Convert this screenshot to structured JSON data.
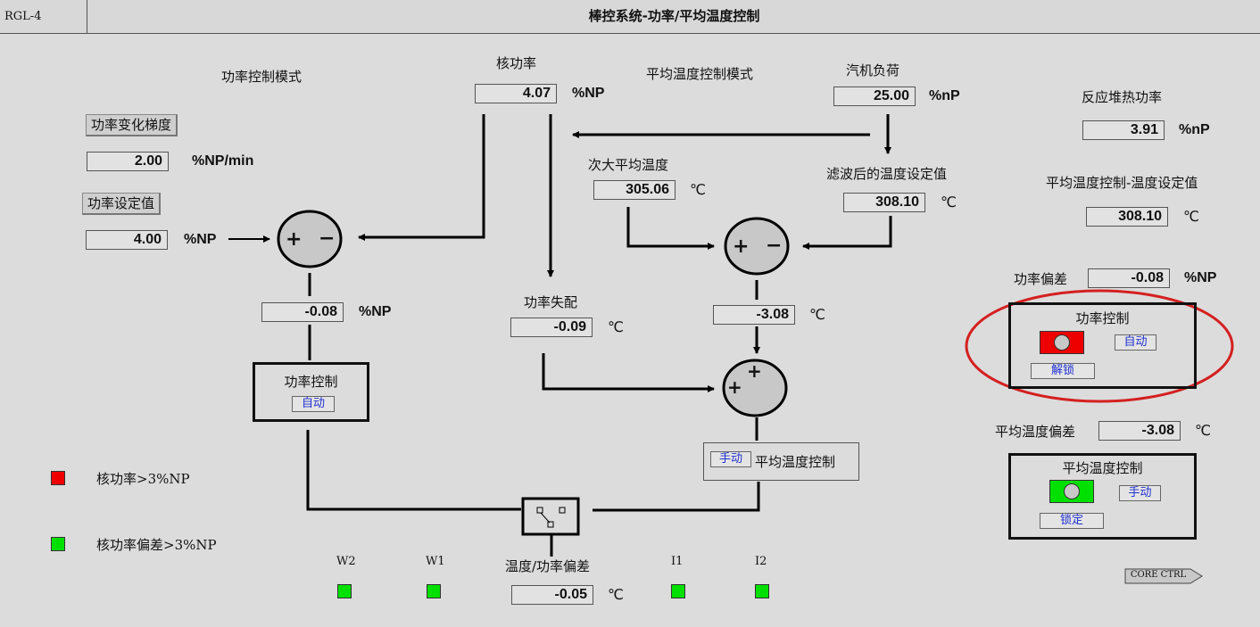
{
  "header": {
    "screen_id": "RGL-4",
    "title": "棒控系统-功率/平均温度控制"
  },
  "power_mode": {
    "title": "功率控制模式",
    "gradient_button": "功率变化梯度",
    "gradient_value": "2.00",
    "gradient_unit": "%NP/min",
    "setpoint_button": "功率设定值",
    "setpoint_value": "4.00",
    "setpoint_unit": "%NP",
    "sum_plus": "+",
    "sum_minus": "−",
    "error_value": "-0.08",
    "error_unit": "%NP",
    "control_box_title": "功率控制",
    "control_box_mode": "自动"
  },
  "nuclear_power": {
    "label": "核功率",
    "value": "4.07",
    "unit": "%NP"
  },
  "mismatch": {
    "label": "功率失配",
    "value": "-0.09",
    "unit": "℃"
  },
  "temp_mode": {
    "title": "平均温度控制模式",
    "turbine_label": "汽机负荷",
    "turbine_value": "25.00",
    "turbine_unit": "%nP",
    "tavg_label": "次大平均温度",
    "tavg_value": "305.06",
    "tavg_unit": "℃",
    "filtered_label": "滤波后的温度设定值",
    "filtered_value": "308.10",
    "filtered_unit": "℃",
    "sum_plus": "+",
    "sum_minus": "−",
    "error_value": "-3.08",
    "error_unit": "℃",
    "sum2_plus_top": "+",
    "sum2_plus_left": "+",
    "control_box_mode": "手动",
    "control_box_title": "平均温度控制"
  },
  "switch": {
    "label": "温度/功率偏差",
    "value": "-0.05",
    "unit": "℃",
    "indicators": [
      {
        "label": "W2",
        "color": "#00e000"
      },
      {
        "label": "W1",
        "color": "#00e000"
      },
      {
        "label": "I1",
        "color": "#00e000"
      },
      {
        "label": "I2",
        "color": "#00e000"
      }
    ]
  },
  "legend": [
    {
      "color": "#ee0000",
      "label": "核功率>3%NP"
    },
    {
      "color": "#00e000",
      "label": "核功率偏差>3%NP"
    }
  ],
  "right": {
    "reactor_label": "反应堆热功率",
    "reactor_value": "3.91",
    "reactor_unit": "%nP",
    "tsp_label": "平均温度控制-温度设定值",
    "tsp_value": "308.10",
    "tsp_unit": "℃",
    "power_dev_label": "功率偏差",
    "power_dev_value": "-0.08",
    "power_dev_unit": "%NP",
    "power_panel": {
      "title": "功率控制",
      "lamp_color": "#ee0000",
      "mode": "自动",
      "lock": "解锁"
    },
    "temp_dev_label": "平均温度偏差",
    "temp_dev_value": "-3.08",
    "temp_dev_unit": "℃",
    "temp_panel": {
      "title": "平均温度控制",
      "lamp_color": "#00e000",
      "mode": "手动",
      "lock": "锁定"
    },
    "highlight_color": "#d42020"
  },
  "nav": {
    "core_ctrl": "CORE CTRL"
  }
}
